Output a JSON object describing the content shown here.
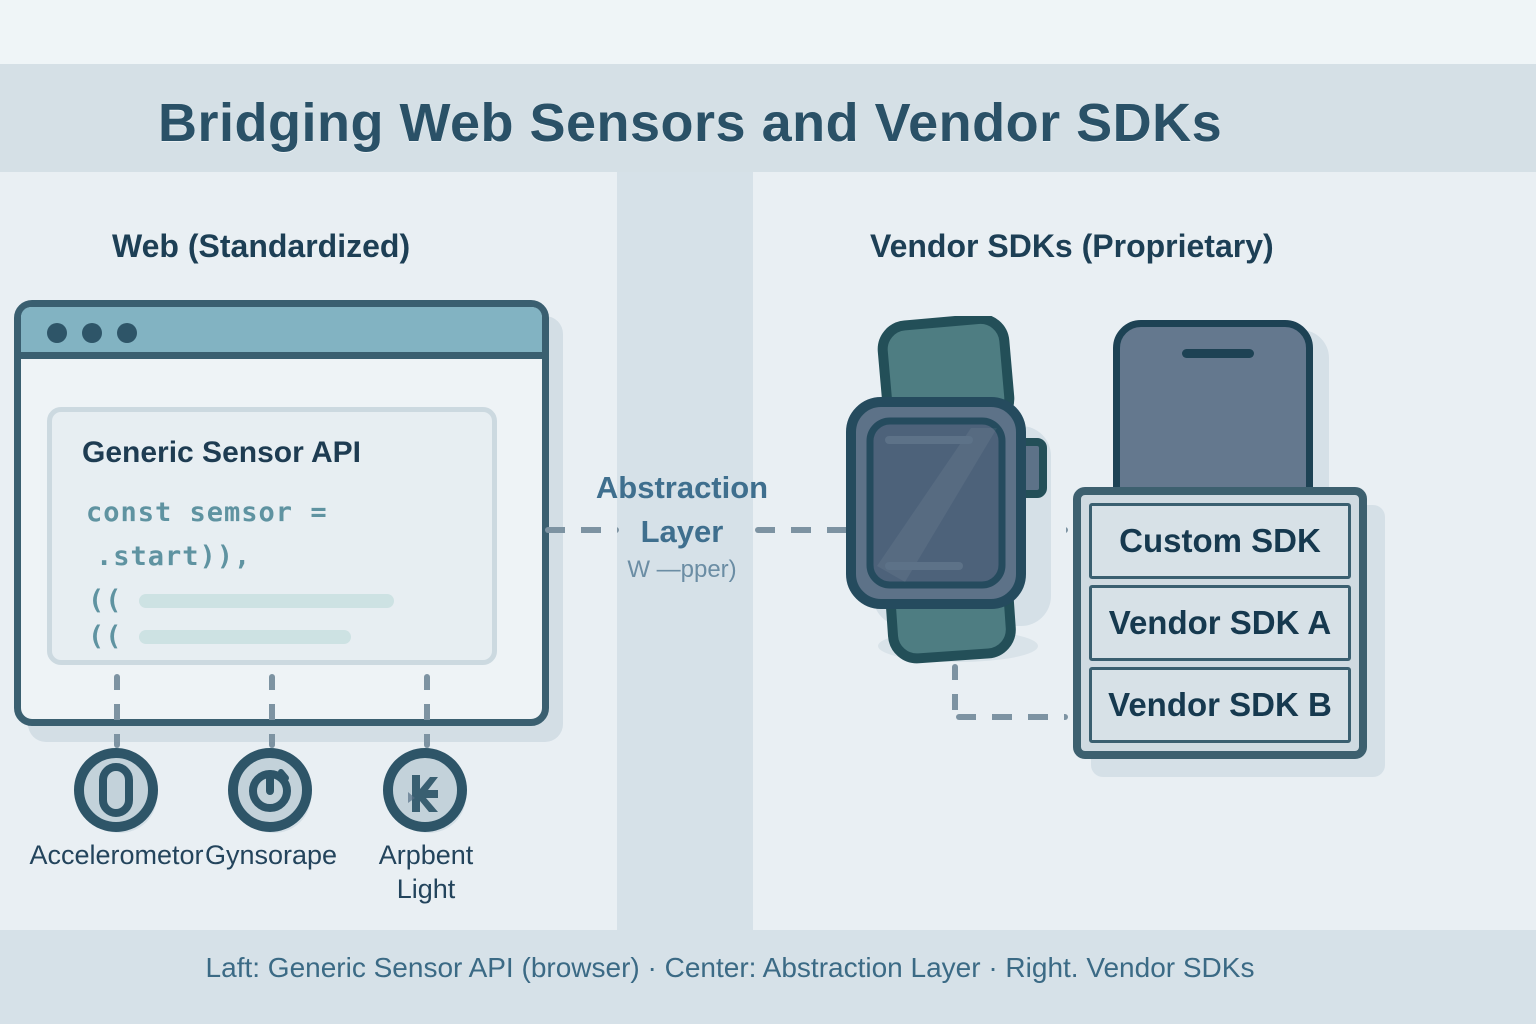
{
  "title": "Bridging Web Sensors and Vendor SDKs",
  "sections": {
    "left_heading": "Web (Standardized)",
    "right_heading": "Vendor SDKs (Proprietary)"
  },
  "browser": {
    "card_title": "Generic Sensor API",
    "code": {
      "line1": "const semsor =",
      "line2": ".start)),",
      "line3": "((",
      "line4": "(("
    }
  },
  "sensors": [
    {
      "label": "Accelerometor",
      "icon": "accelerometer-icon"
    },
    {
      "label": "Gynsorape",
      "icon": "gyroscope-icon"
    },
    {
      "label": "Arpbent Light",
      "icon": "ambient-light-icon"
    }
  ],
  "abstraction": {
    "line1": "Abstraction",
    "line2": "Layer",
    "line3": "W —pper)"
  },
  "sdk_stack": [
    {
      "label": "Custom SDK"
    },
    {
      "label": "Vendor SDK A"
    },
    {
      "label": "Vendor SDK B"
    }
  ],
  "footer": {
    "caption": "Laft: Generic Sensor API (browser)  ·  Center: Abstraction Layer  ·  Right. Vendor SDKs"
  },
  "colors": {
    "title_band": "#d5e0e6",
    "background": "#e9eff3",
    "center_band": "#d6e1e8",
    "footer_band": "#d6e1e8",
    "title_text": "#2a5167",
    "heading_text": "#1d3f55",
    "code_text": "#5f93a1",
    "dash": "#7d93a2",
    "browser_border": "#3a5f70",
    "browser_titlebar": "#82b3c2",
    "watch_band": "#4e7d82",
    "device_slate": "#64788e",
    "caption_text": "#3b6a85"
  }
}
